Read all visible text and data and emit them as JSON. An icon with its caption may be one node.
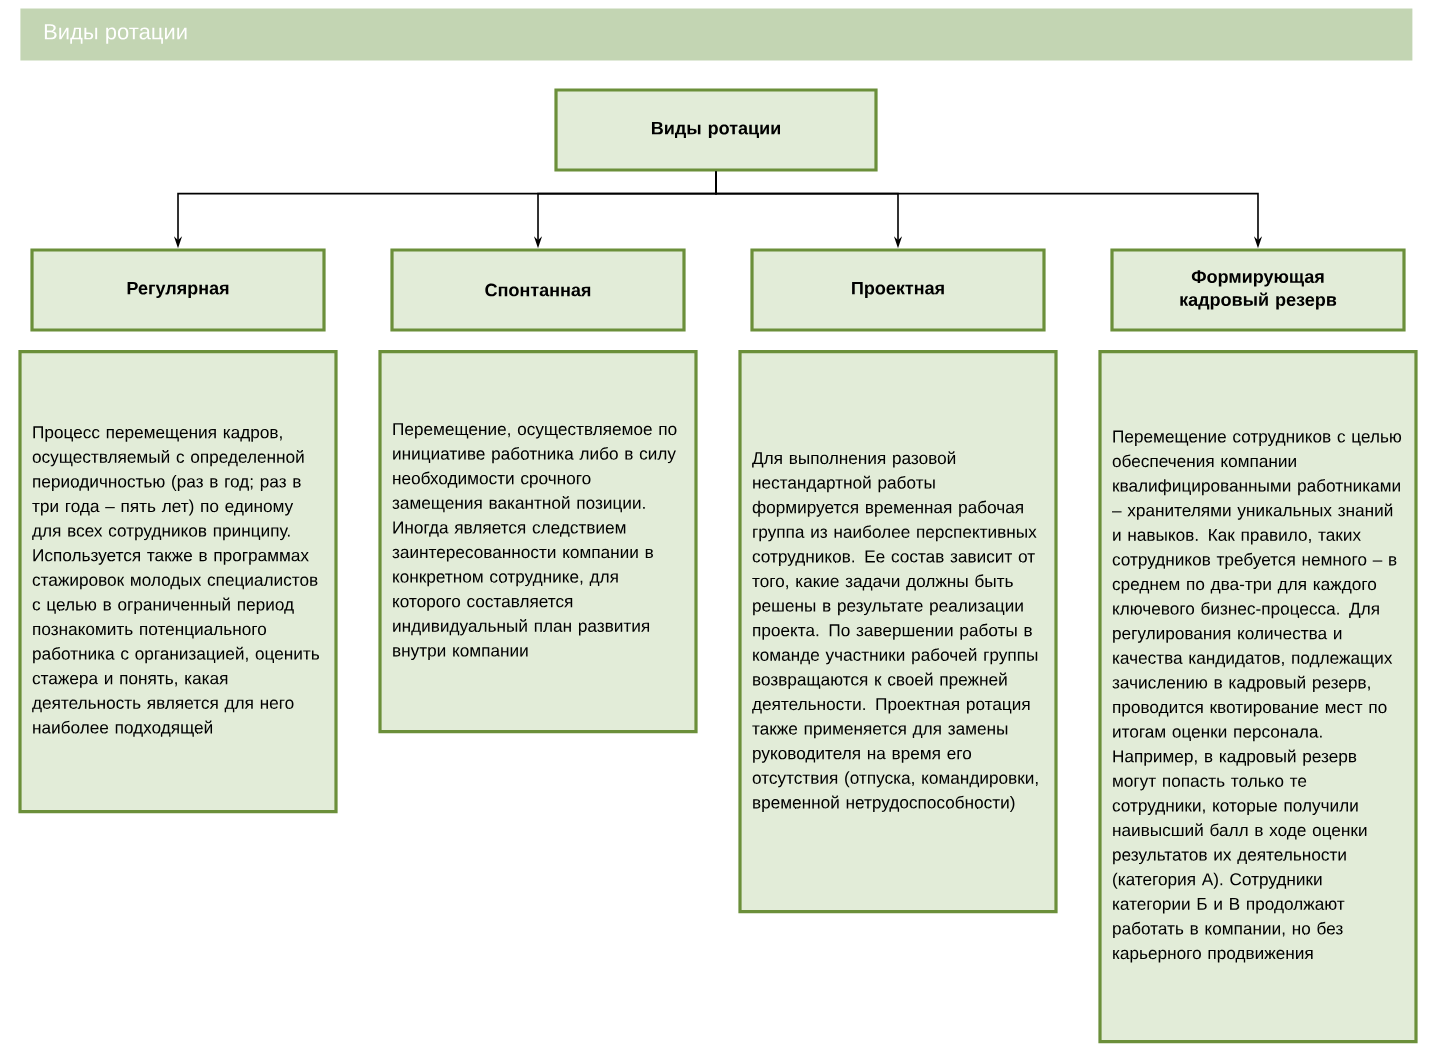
{
  "diagram": {
    "title": "Виды ротации",
    "nodes": [
      {
        "text": [
          "Виды ротации"
        ]
      },
      {
        "text": [
          "Регулярная"
        ]
      },
      {
        "text": [
          "Спонтанная"
        ]
      },
      {
        "text": [
          "Проектная"
        ]
      },
      {
        "text": [
          "Формирующая кадровый резерв"
        ]
      },
      {
        "text": [
          "Процесс перемещения кадров, осуществляемый с определенной периодичностью (раз в год; раз в три года – пять лет) по единому для всех сотрудников принципу. Используется также в программах стажировок молодых специалистов с целью в ограниченный период познакомить потенциального работника с организацией, оценить стажера и понять, какая деятельность является для него наиболее подходящей"
        ]
      },
      {
        "text": [
          "Перемещение, осуществляемое по инициативе работника либо в силу необходимости срочного замещения вакантной позиции. Иногда является следствием заинтересованности компании в конкретном сотруднике, для которого составляется индивидуальный план развития внутри компании"
        ]
      },
      {
        "text": [
          "Для выполнения разовой нестандартной работы формируется временная рабочая группа из наиболее перспективных сотрудников. Ее состав зависит от того, какие задачи должны быть решены в результате реализации проекта. По завершении работы в команде участники рабочей группы возвращаются к своей прежней деятельности. Проектная ротация также применяется для замены руководителя на время его отсутствия (отпуска, командировки, временной нетрудоспособности)"
        ]
      },
      {
        "text": [
          "Перемещение сотрудников с целью обеспечения компании квалифицированными работниками – хранителями уникальных знаний и навыков. Как правило, таких сотрудников требуется немного – в среднем по два-три для каждого ключевого бизнес-процесса. Для регулирования количества и качества кандидатов, подлежащих зачислению в кадровый резерв, проводится квотирование мест по итогам оценки персонала. Например, в кадровый резерв могут попасть только те сотрудники, которые получили наивысший балл в ходе оценки результатов их деятельности (категория А). Сотрудники категории Б и В продолжают работать в компании, но без карьерного продвижения"
        ]
      }
    ],
    "edges": [
      {
        "from": 0,
        "to": 1,
        "arrow": "to"
      },
      {
        "from": 0,
        "to": 2,
        "arrow": "to"
      },
      {
        "from": 0,
        "to": 3,
        "arrow": "to"
      },
      {
        "from": 0,
        "to": 4,
        "arrow": "to"
      }
    ]
  }
}
